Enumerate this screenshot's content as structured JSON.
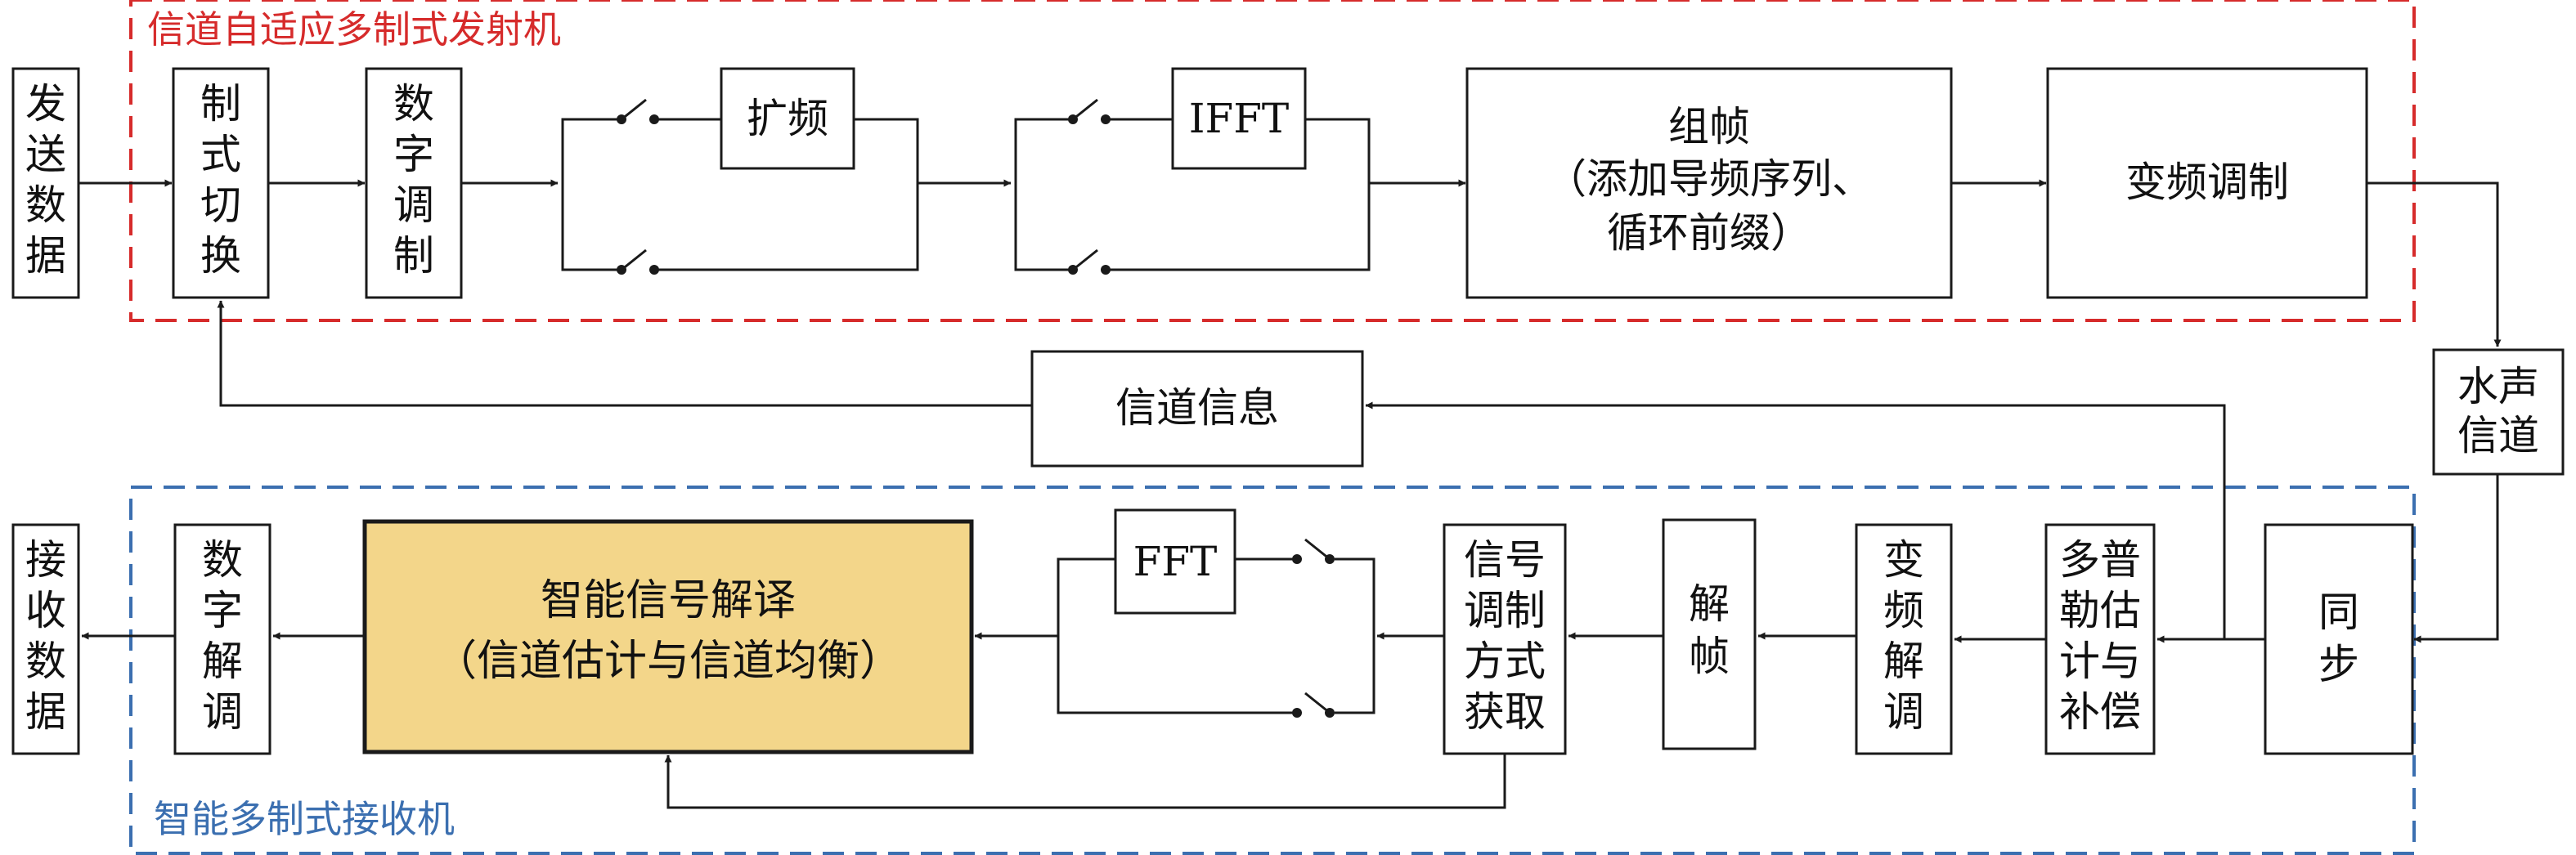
{
  "groups": {
    "transmitter": "信道自适应多制式发射机",
    "receiver": "智能多制式接收机"
  },
  "nodes": {
    "send_data": [
      "发",
      "送",
      "数",
      "据"
    ],
    "mode_switch": [
      "制",
      "式",
      "切",
      "换"
    ],
    "digital_mod": [
      "数",
      "字",
      "调",
      "制"
    ],
    "spread": "扩频",
    "ifft": "IFFT",
    "framing": [
      "组帧",
      "（添加导频序列、",
      "循环前缀）"
    ],
    "freq_conv_mod": "变频调制",
    "channel": [
      "水声",
      "信道"
    ],
    "channel_info": "信道信息",
    "sync": [
      "同",
      "步"
    ],
    "doppler": [
      "多普",
      "勒估",
      "计与",
      "补偿"
    ],
    "freq_conv_demod": [
      "变",
      "频",
      "解",
      "调"
    ],
    "deframe": [
      "解",
      "帧"
    ],
    "mod_detect": [
      "信号",
      "调制",
      "方式",
      "获取"
    ],
    "fft": "FFT",
    "smart_decode": [
      "智能信号解译",
      "（信道估计与信道均衡）"
    ],
    "digital_demod": [
      "数",
      "字",
      "解",
      "调"
    ],
    "recv_data": [
      "接",
      "收",
      "数",
      "据"
    ]
  },
  "colors": {
    "transmitter_border": "#d62b2b",
    "receiver_border": "#3b6fb0",
    "highlight_fill": "#f3d68a"
  }
}
